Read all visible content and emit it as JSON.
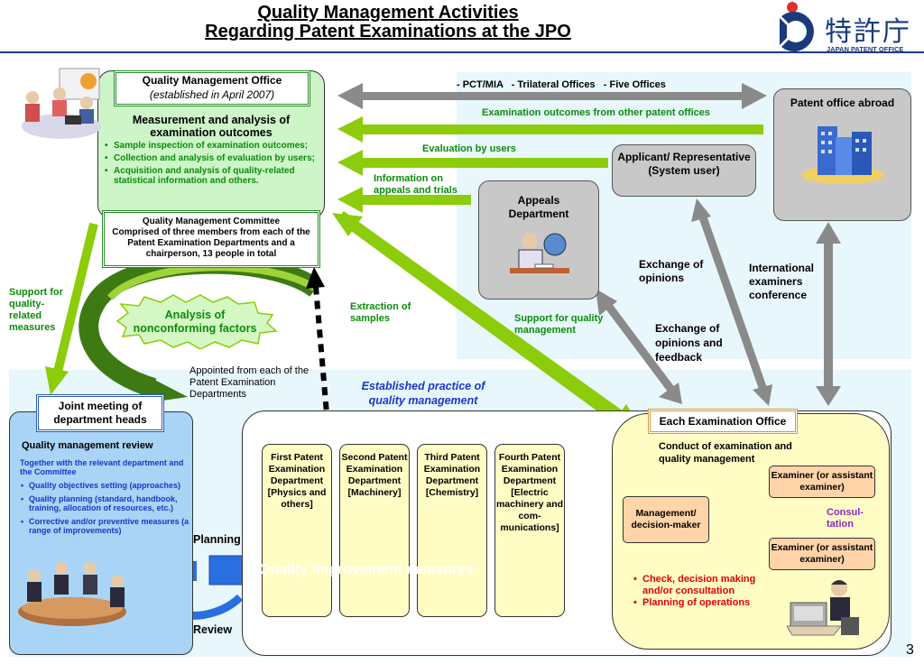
{
  "title_line1": "Quality Management Activities",
  "title_line2": "Regarding Patent Examinations at the JPO",
  "logo": {
    "text": "特許庁",
    "sub": "JAPAN PATENT OFFICE"
  },
  "page_number": "3",
  "qmo": {
    "title": "Quality Management Office",
    "subtitle": "(established in April 2007)",
    "heading": "Measurement and analysis of examination outcomes",
    "items": [
      "Sample inspection of examination outcomes;",
      "Collection and analysis of evaluation by users;",
      "Acquisition and analysis of quality-related statistical information and others."
    ]
  },
  "qmc": {
    "title": "Quality Management Committee",
    "text": "Comprised of three members from each of the Patent Examination Departments and a chairperson, 13 people in total"
  },
  "abroad": "Patent office abroad",
  "applicant": "Applicant/ Representative (System user)",
  "appeals": "Appeals Department",
  "labels": {
    "pct": "- PCT/MIA   - Trilateral Offices   - Five Offices",
    "outcomes_other": "Examination outcomes from other patent offices",
    "eval_users": "Evaluation by users",
    "info_appeals": "Information on appeals and trials",
    "exchange_opinions": "Exchange of opinions",
    "intl_conf": "International examiners conference",
    "exchange_feedback": "Exchange of opinions and feedback",
    "support_qm": "Support for quality management",
    "extraction": "Extraction of samples",
    "support_related": "Support for quality-related measures",
    "analysis": "Analysis of nonconforming factors",
    "appointed": "Appointed from each of the Patent Examination Departments",
    "established": "Established practice of quality management",
    "planning": "Planning",
    "review": "Review",
    "qim": "Quality improvement measures"
  },
  "joint": {
    "title": "Joint meeting of department heads",
    "review_title": "Quality management review",
    "intro": "Together with the relevant department and the Committee",
    "items": [
      "Quality objectives setting (approaches)",
      "Quality planning (standard, handbook, training, allocation of resources, etc.)",
      "Corrective and/or preventive measures (a range of improvements)"
    ]
  },
  "departments": [
    {
      "name": "First Patent Examination Department [Physics and others]"
    },
    {
      "name": "Second Patent Examination Department [Machinery]"
    },
    {
      "name": "Third Patent Examination Department [Chemistry]"
    },
    {
      "name": "Fourth Patent Examination Department [Electric machinery and com-munications]"
    }
  ],
  "exoffice": {
    "title": "Each Examination Office",
    "conduct": "Conduct of examination and quality management",
    "manager": "Management/ decision-maker",
    "examiner1": "Examiner (or assistant examiner)",
    "examiner2": "Examiner (or assistant examiner)",
    "consul": "Consul-tation",
    "items": [
      "Check, decision making and/or consultation",
      "Planning of operations"
    ]
  },
  "colors": {
    "green_arrow": "#8ccc0a",
    "grey_arrow": "#8a8a8a",
    "blue_arrow": "#2a6fe0",
    "red_arrow": "#e00000"
  }
}
